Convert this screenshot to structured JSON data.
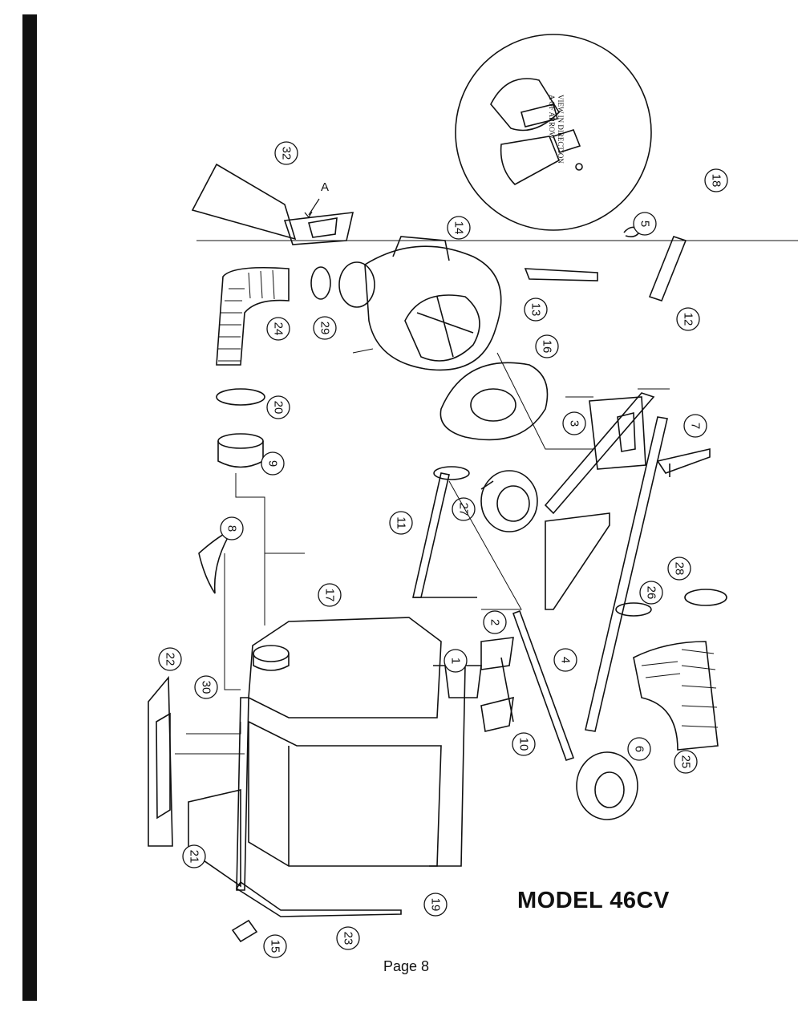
{
  "document": {
    "model_title": "MODEL 46CV",
    "page_number": "Page 8",
    "view_note": {
      "line1": "VIEW IN DIRECTION",
      "line2": "A OF ARROW"
    },
    "arrow_letter": "A"
  },
  "callouts": [
    {
      "id": "1",
      "label": "1"
    },
    {
      "id": "2",
      "label": "2"
    },
    {
      "id": "3",
      "label": "3"
    },
    {
      "id": "4",
      "label": "4"
    },
    {
      "id": "5",
      "label": "5"
    },
    {
      "id": "6",
      "label": "6"
    },
    {
      "id": "7",
      "label": "7"
    },
    {
      "id": "8",
      "label": "8"
    },
    {
      "id": "9",
      "label": "9"
    },
    {
      "id": "10",
      "label": "10"
    },
    {
      "id": "11",
      "label": "11"
    },
    {
      "id": "12",
      "label": "12"
    },
    {
      "id": "13",
      "label": "13"
    },
    {
      "id": "14",
      "label": "14"
    },
    {
      "id": "15",
      "label": "15"
    },
    {
      "id": "16",
      "label": "16"
    },
    {
      "id": "17",
      "label": "17"
    },
    {
      "id": "18",
      "label": "18"
    },
    {
      "id": "19",
      "label": "19"
    },
    {
      "id": "20",
      "label": "20"
    },
    {
      "id": "21",
      "label": "21"
    },
    {
      "id": "22",
      "label": "22"
    },
    {
      "id": "23",
      "label": "23"
    },
    {
      "id": "24",
      "label": "24"
    },
    {
      "id": "25",
      "label": "25"
    },
    {
      "id": "26",
      "label": "26"
    },
    {
      "id": "27",
      "label": "27"
    },
    {
      "id": "28",
      "label": "28"
    },
    {
      "id": "29",
      "label": "29"
    },
    {
      "id": "30",
      "label": "30"
    },
    {
      "id": "32",
      "label": "32"
    }
  ]
}
